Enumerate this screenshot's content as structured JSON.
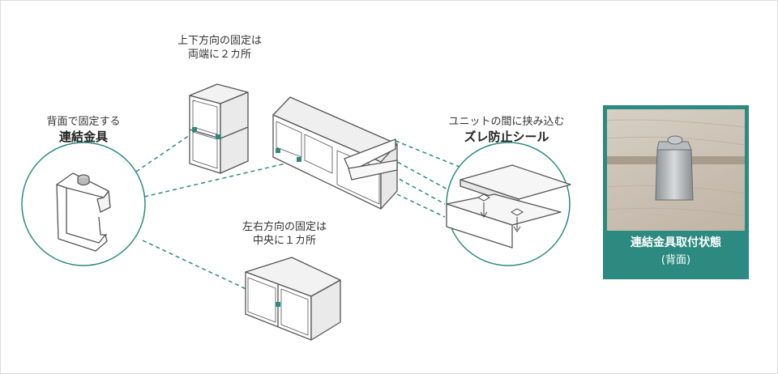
{
  "labels": {
    "vertical_line1": "上下方向の固定は",
    "vertical_line2": "両端に２カ所",
    "bracket_line1": "背面で固定する",
    "bracket_line2": "連結金具",
    "horizontal_line1": "左右方向の固定は",
    "horizontal_line2": "中央に１カ所",
    "seal_line1": "ユニットの間に挟み込む",
    "seal_line2": "ズレ防止シール"
  },
  "photo": {
    "caption_line1": "連結金具取付状態",
    "caption_line2": "(背面)"
  },
  "colors": {
    "accent": "#2c8a80",
    "outline": "#555555",
    "frame": "#dddddd"
  }
}
